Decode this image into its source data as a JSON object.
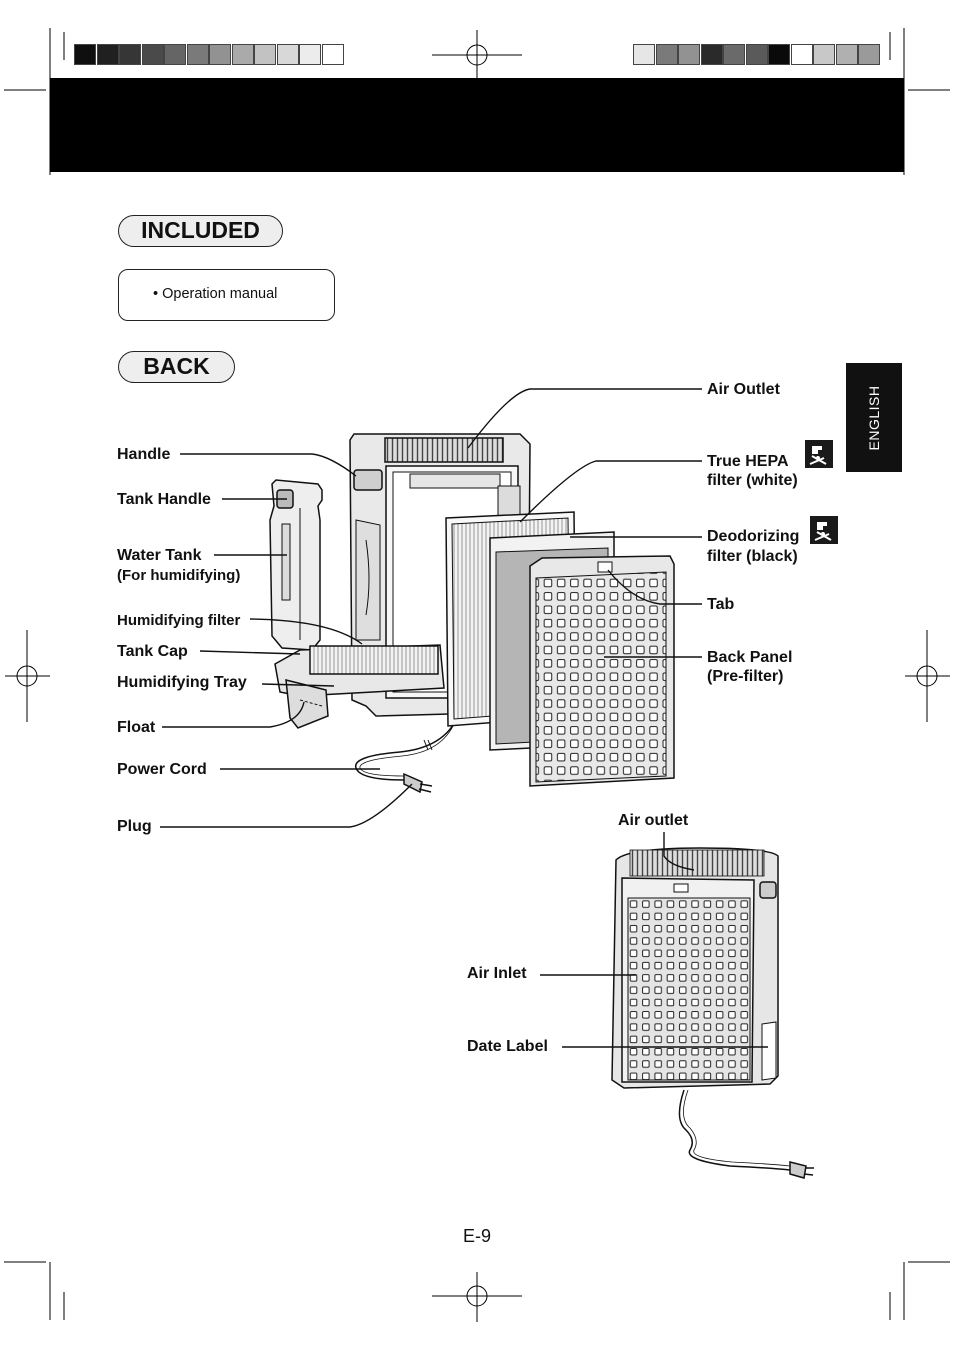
{
  "color_bars": {
    "left": [
      "#0f0f0f",
      "#202020",
      "#363636",
      "#4a4a4a",
      "#656565",
      "#7a7a7a",
      "#929292",
      "#aaaaaa",
      "#c2c2c2",
      "#d8d8d8",
      "#ececec",
      "#ffffff"
    ],
    "right": [
      "#e6e6e6",
      "#7a7a7a",
      "#929292",
      "#2a2a2a",
      "#6a6a6a",
      "#5a5a5a",
      "#0a0a0a",
      "#ffffff",
      "#c8c8c8",
      "#b0b0b0",
      "#9a9a9a"
    ]
  },
  "sections": {
    "included": {
      "heading": "INCLUDED",
      "item": "• Operation manual"
    },
    "back": {
      "heading": "BACK"
    }
  },
  "side_tab": {
    "label": "ENGLISH"
  },
  "labels_left": {
    "handle": "Handle",
    "tank_handle": "Tank Handle",
    "water_tank": "Water Tank",
    "water_tank_note": "(For humidifying)",
    "humidifying_filter": "Humidifying filter",
    "tank_cap": "Tank Cap",
    "humidifying_tray": "Humidifying Tray",
    "float": "Float",
    "power_cord": "Power Cord",
    "plug": "Plug"
  },
  "labels_right": {
    "air_outlet": "Air Outlet",
    "true_hepa_1": "True HEPA",
    "true_hepa_2": "filter (white)",
    "deodorizing_1": "Deodorizing",
    "deodorizing_2": "filter (black)",
    "tab": "Tab",
    "back_panel_1": "Back Panel",
    "back_panel_2": "(Pre-filter)"
  },
  "labels_assembled": {
    "air_outlet": "Air outlet",
    "air_inlet": "Air Inlet",
    "date_label": "Date Label"
  },
  "icons": {
    "hepa": "no-wash-icon",
    "deodorizing": "no-wash-icon"
  },
  "page_number": "E-9"
}
